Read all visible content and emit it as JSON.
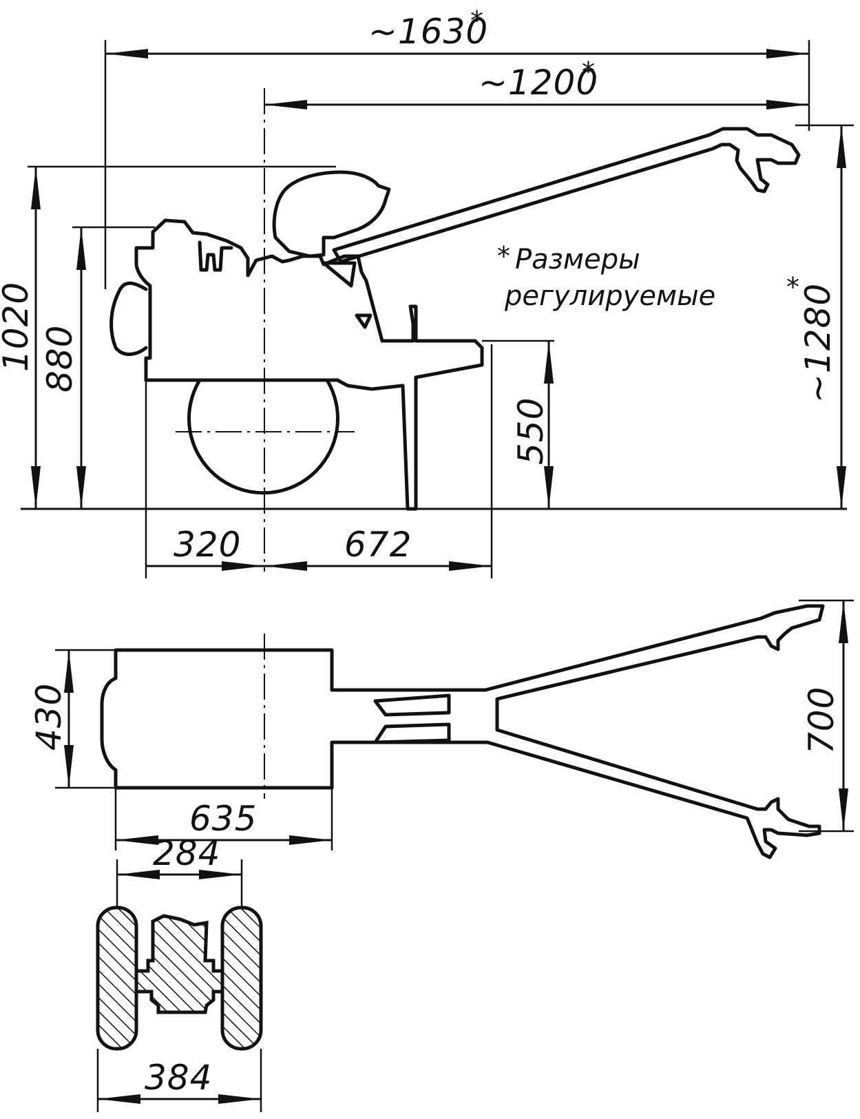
{
  "dimensions": {
    "overall_length": "~1630",
    "handle_reach": "~1200",
    "total_height": "1020",
    "engine_height": "880",
    "hitch_height": "550",
    "handle_height": "~1280",
    "front_overhang": "320",
    "rear_length": "672",
    "top_body_width": "430",
    "handle_spread": "700",
    "body_length": "635",
    "track_inner": "284",
    "track_outer": "384"
  },
  "star": "*",
  "note": {
    "line1": "Размеры",
    "line2": "регулируемые"
  }
}
